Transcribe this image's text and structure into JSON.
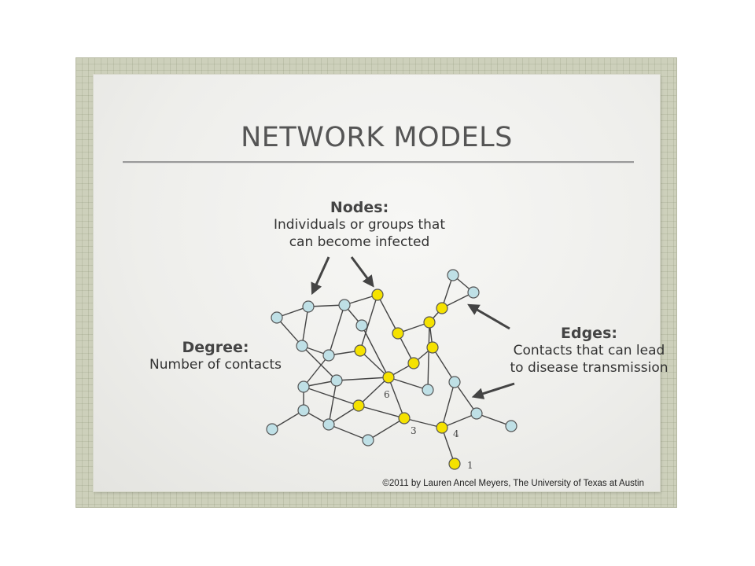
{
  "slide": {
    "title": "NETWORK MODELS",
    "nodes_heading": "Nodes:",
    "nodes_text_1": "Individuals or groups that",
    "nodes_text_2": "can become infected",
    "edges_heading": "Edges:",
    "edges_text_1": "Contacts that can lead",
    "edges_text_2": "to disease transmission",
    "degree_heading": "Degree:",
    "degree_text": "Number of contacts",
    "footer": "©2011 by Lauren Ancel Meyers, The University of Texas at Austin"
  },
  "diagram": {
    "node_color_blue": "#bfe0e6",
    "node_color_yellow": "#f5e200",
    "edge_color": "#444444",
    "degree_labels": [
      {
        "node": "Y_center",
        "text": "6"
      },
      {
        "node": "Y_bot2",
        "text": "3"
      },
      {
        "node": "Y_bot3",
        "text": "4"
      },
      {
        "node": "Y_tail",
        "text": "1"
      }
    ]
  }
}
